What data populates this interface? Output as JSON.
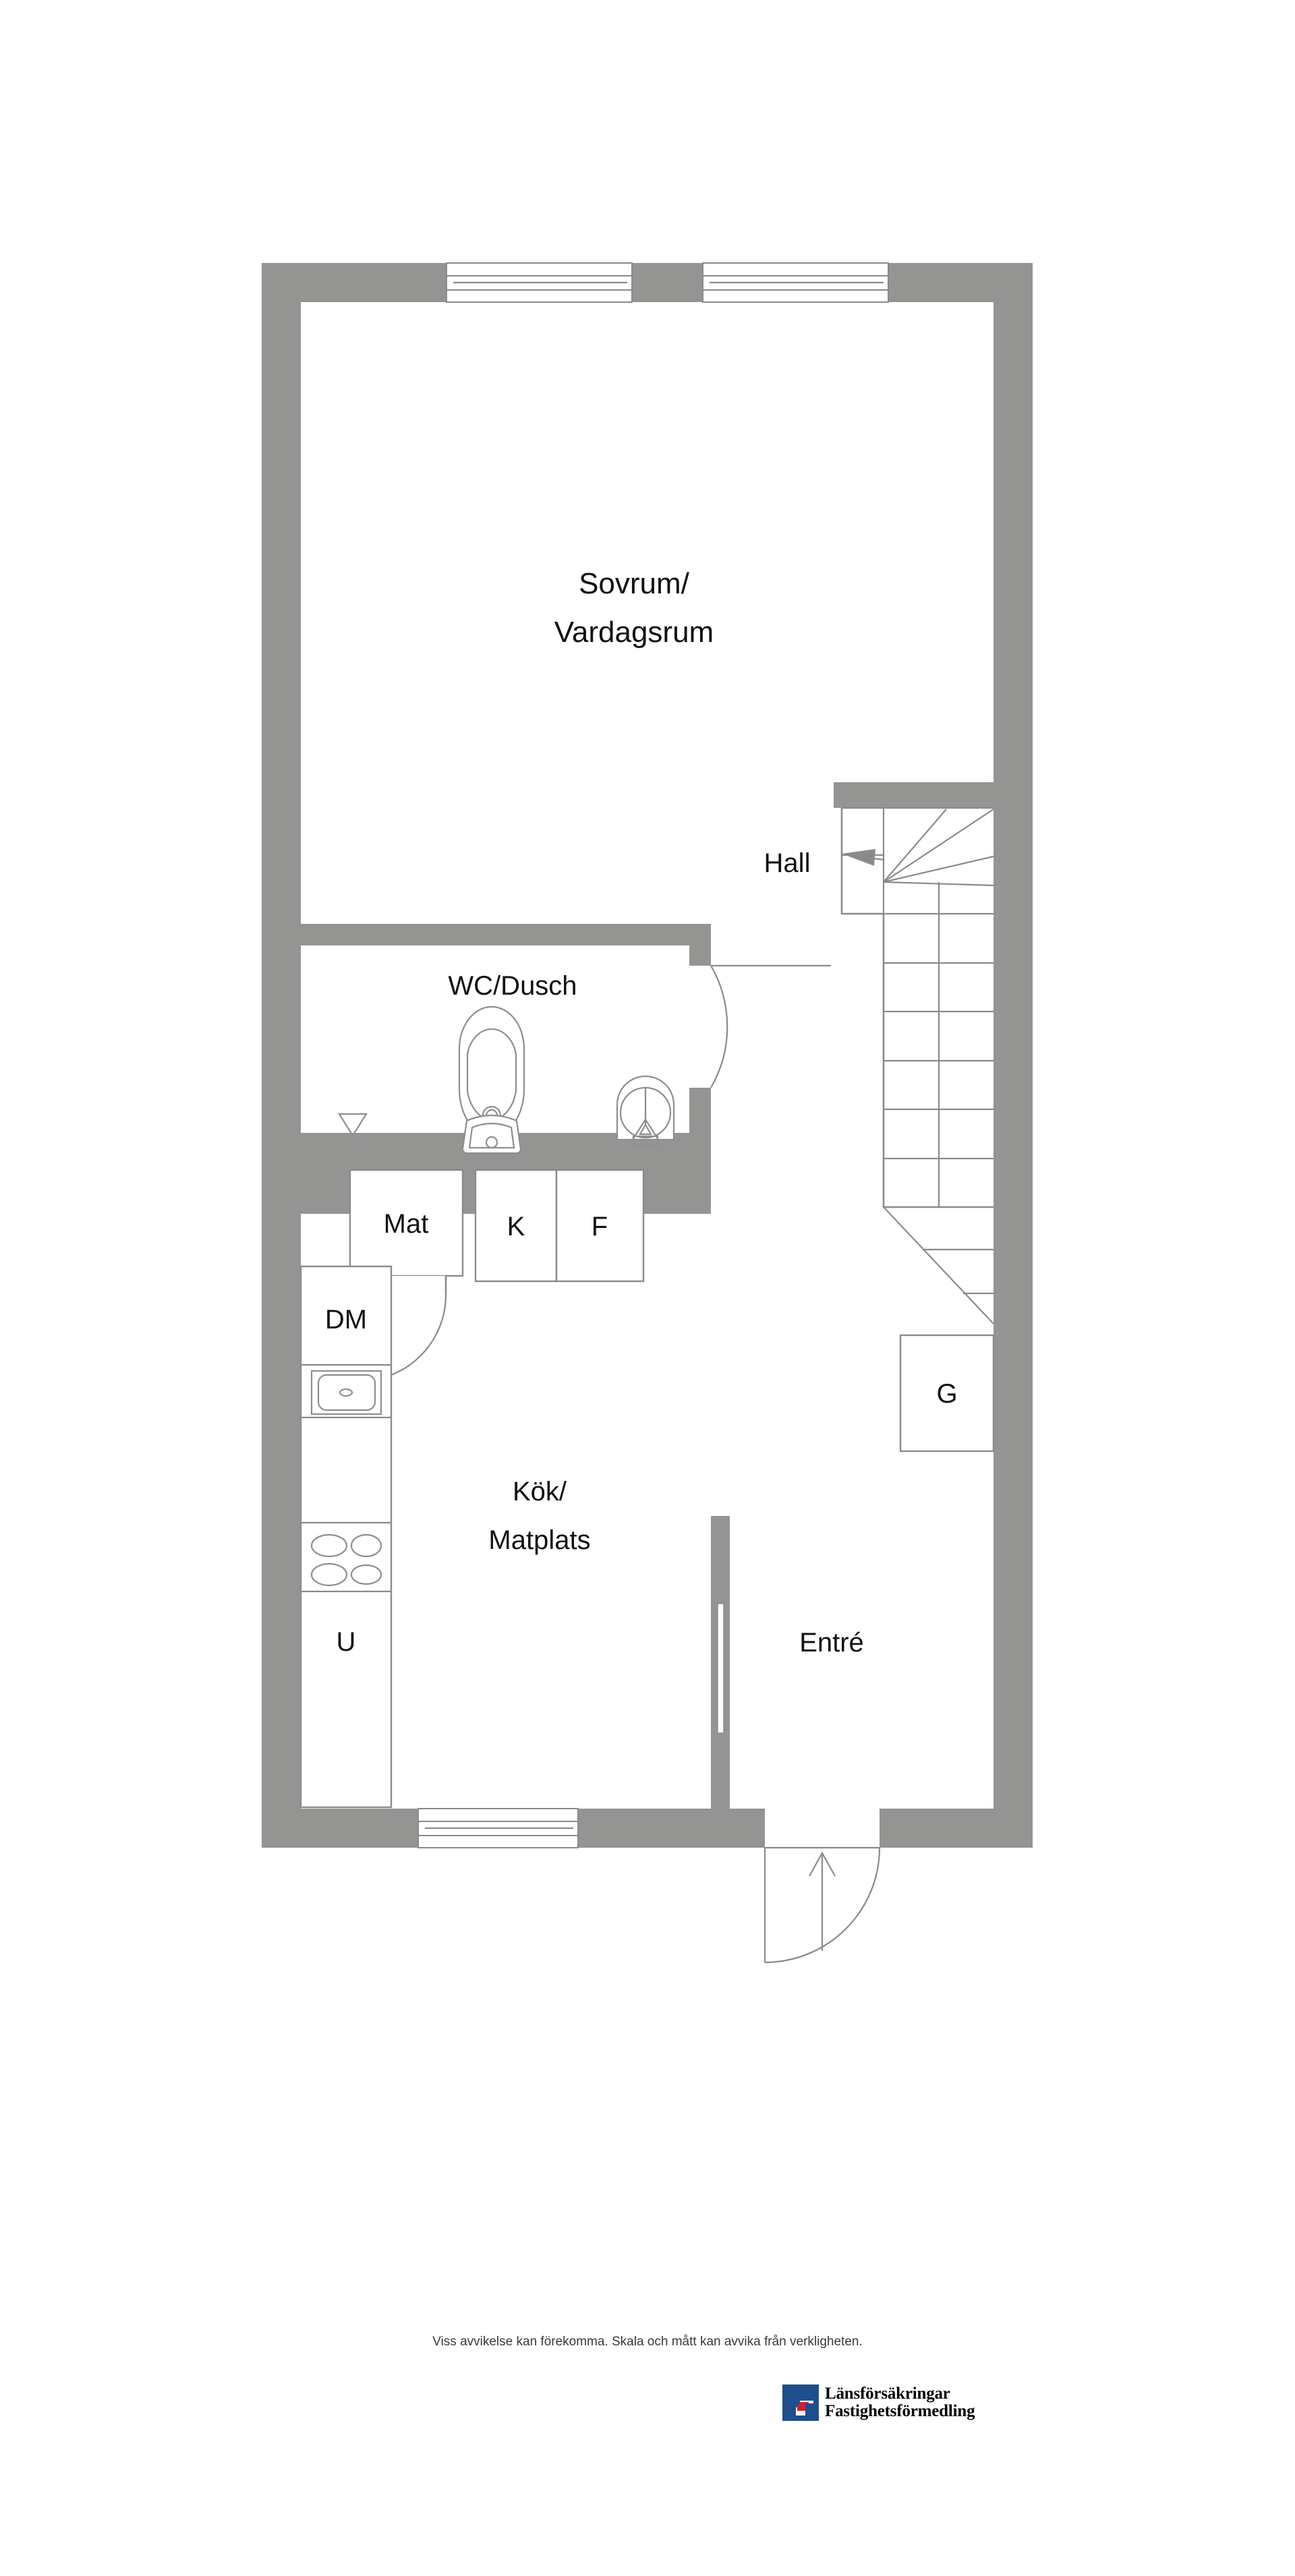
{
  "document": {
    "type": "floor-plan",
    "language": "sv"
  },
  "rooms": [
    {
      "id": "sovrum",
      "label_line1": "Sovrum/",
      "label_line2": "Vardagsrum"
    },
    {
      "id": "hall",
      "label_line1": "Hall",
      "label_line2": ""
    },
    {
      "id": "wc",
      "label_line1": "WC/Dusch",
      "label_line2": ""
    },
    {
      "id": "kok",
      "label_line1": "Kök/",
      "label_line2": "Matplats"
    },
    {
      "id": "entre",
      "label_line1": "Entré",
      "label_line2": ""
    }
  ],
  "room_labels": {
    "sovrum_1": "Sovrum/",
    "sovrum_2": "Vardagsrum",
    "hall": "Hall",
    "wc_dusch": "WC/Dusch",
    "kok_1": "Kök/",
    "kok_2": "Matplats",
    "entre": "Entré"
  },
  "fixture_labels": {
    "mat": "Mat",
    "k": "K",
    "f": "F",
    "dm": "DM",
    "u": "U",
    "g": "G"
  },
  "fixtures": [
    {
      "name": "pantry-closet",
      "label": "Mat"
    },
    {
      "name": "freezer-cabinet",
      "label": "K"
    },
    {
      "name": "fridge-cabinet",
      "label": "F"
    },
    {
      "name": "dishwasher",
      "label": "DM"
    },
    {
      "name": "oven",
      "label": "U"
    },
    {
      "name": "wardrobe",
      "label": "G"
    },
    {
      "name": "toilet",
      "label": ""
    },
    {
      "name": "washbasin",
      "label": ""
    },
    {
      "name": "floor-drain",
      "label": ""
    },
    {
      "name": "kitchen-sink",
      "label": ""
    },
    {
      "name": "stove-hob",
      "label": ""
    }
  ],
  "icons": {
    "toilet": "toilet-icon",
    "washbasin": "washbasin-icon",
    "floor_drain": "floor-drain-icon",
    "sink": "kitchen-sink-icon",
    "hob": "stove-hob-icon",
    "stair_direction": "stair-arrow-icon",
    "entry_direction": "entry-arrow-icon",
    "logo_mark": "lansforsakringar-logo-icon"
  },
  "openings": {
    "window_top_left": "window",
    "window_top_right": "window",
    "window_bottom": "window",
    "door_wc": "door-swing",
    "door_pantry": "door-swing",
    "door_entrance": "entrance-door-swing",
    "door_entre_interior": "interior-door"
  },
  "footer": {
    "disclaimer": "Viss avvikelse kan förekomma. Skala och mått kan avvika från verkligheten.",
    "logo_line1": "Länsförsäkringar",
    "logo_line2": "Fastighetsförmedling"
  },
  "colors": {
    "wall": "#949492",
    "line": "#8a8a8a",
    "text": "#111111",
    "footer_text": "#3a3a3a",
    "logo_blue": "#1f4e8c",
    "logo_red": "#c8202e",
    "background": "#ffffff"
  }
}
